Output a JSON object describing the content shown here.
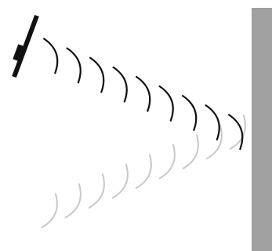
{
  "diagram": {
    "colors": {
      "background": "#ffffff",
      "incident_waves": "#111111",
      "reflected_waves": "#c8c8c8",
      "wall": "#a0a0a0",
      "emitter": "#111111"
    },
    "incident_wave_count": 9,
    "reflected_wave_count": 9,
    "icons": {
      "emitter": "speaker-emitter-icon",
      "wall": "reflecting-wall"
    }
  }
}
